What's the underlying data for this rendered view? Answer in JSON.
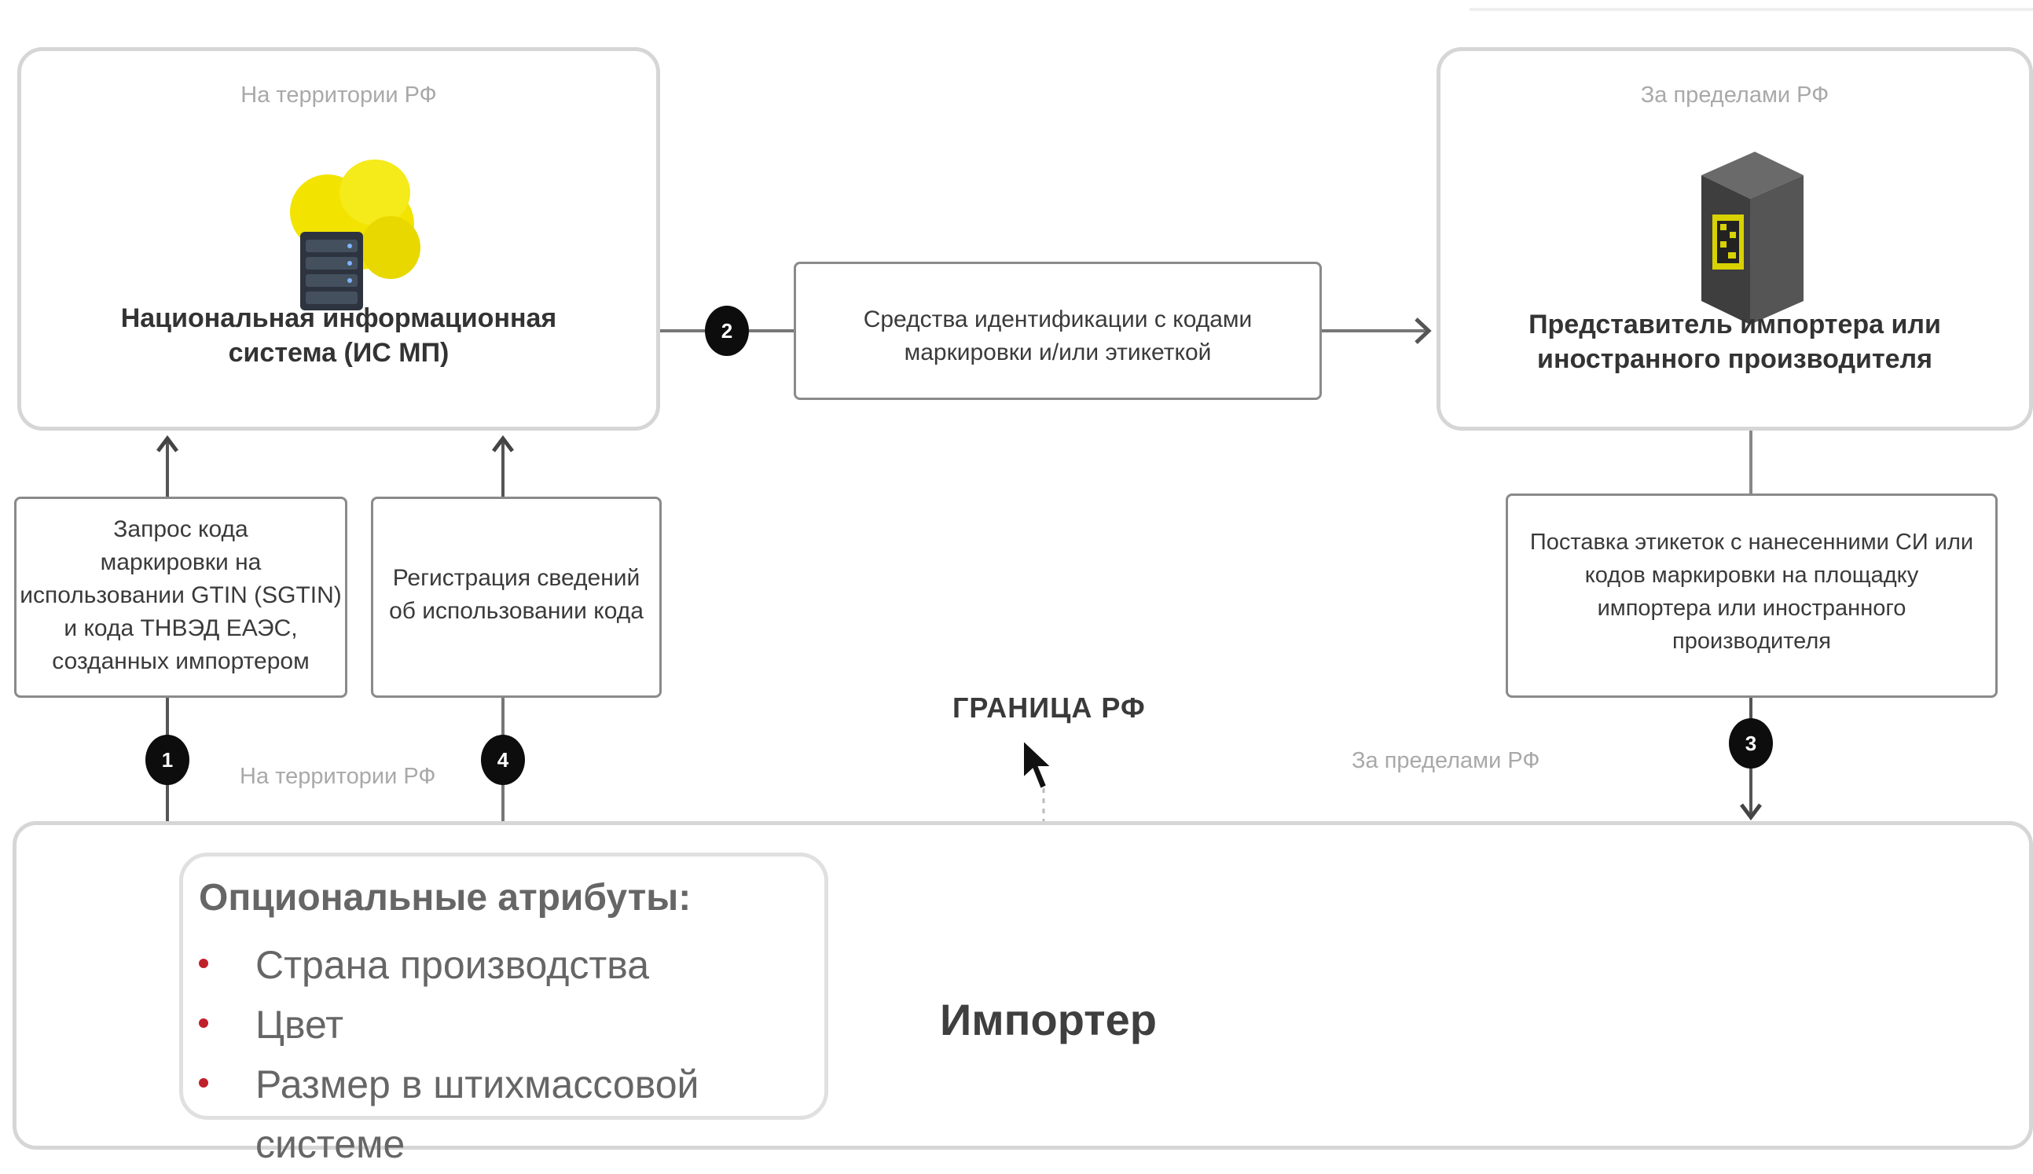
{
  "top_left": {
    "region_label": "На территории РФ",
    "title": "Национальная информационная\nсистема (ИС МП)",
    "icon": "server-cloud-icon"
  },
  "top_right": {
    "region_label": "За пределами РФ",
    "title": "Представитель импортера или\nиностранного производителя",
    "icon": "package-qr-icon"
  },
  "middle_box": {
    "text": "Средства идентификации с кодами\nмаркировки и/или этикеткой"
  },
  "request_box": {
    "text": "Запрос кода\nмаркировки на\nиспользовании GTIN (SGTIN)\nи кода ТНВЭД ЕАЭС,\nсозданных импортером"
  },
  "register_box": {
    "text": "Регистрация сведений\nоб использовании кода"
  },
  "supply_box": {
    "text": "Поставка этикеток с нанесенними СИ или\nкодов маркировки на площадку\nимпортера или иностранного\nпроизводителя"
  },
  "steps": [
    "1",
    "2",
    "3",
    "4"
  ],
  "border_label": "ГРАНИЦА РФ",
  "bottom_left_label": "На территории РФ",
  "bottom_right_label": "За пределами РФ",
  "importer": {
    "title": "Импортер",
    "optional": {
      "heading": "Опциональные атрибуты:",
      "items": [
        "Страна производства",
        "Цвет",
        "Размер в штихмассовой системе"
      ]
    }
  },
  "colors": {
    "badge": "#0d0d0d",
    "bullet": "#c0202a",
    "icon_cloud": "#f2e400",
    "big_box_border": "#d6d6d6",
    "small_box_border": "#8a8a8a"
  }
}
